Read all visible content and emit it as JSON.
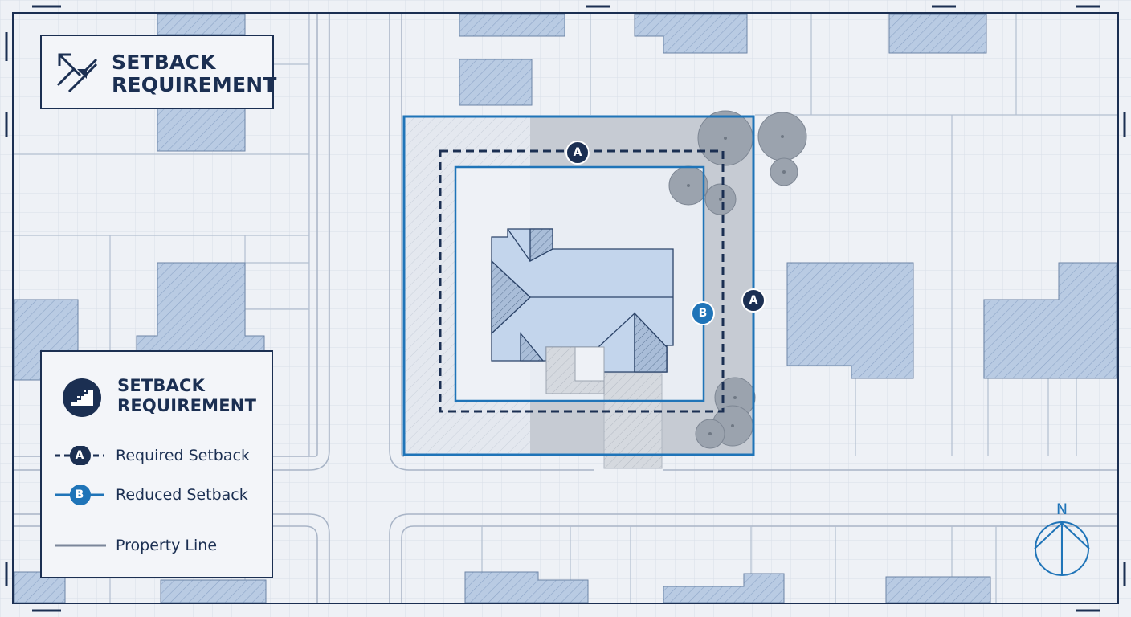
{
  "title_panel": {
    "title_line1": "SETBACK",
    "title_line2": "REQUIREMENT",
    "icon": "setback-arrows-icon"
  },
  "legend": {
    "title_line1": "SETBACK",
    "title_line2": "REQUIREMENT",
    "icon": "stairs-icon",
    "items": [
      {
        "badge": "A",
        "label": "Required Setback",
        "style": "dashed-navy"
      },
      {
        "badge": "B",
        "label": "Reduced Setback",
        "style": "solid-blue"
      },
      {
        "badge": "",
        "label": "Property Line",
        "style": "solid-gray"
      }
    ]
  },
  "map_labels": {
    "required_top": "A",
    "required_right": "A",
    "reduced": "B"
  },
  "compass": {
    "label": "N",
    "icon": "north-arrow-icon"
  },
  "colors": {
    "navy": "#1b2f52",
    "blue": "#1f74b8",
    "background": "#eef1f6",
    "building_fill": "#b9cbe3",
    "house_fill": "#c3d5ec",
    "setback_gray": "#c4c9d1",
    "tree": "#9ba3ae"
  }
}
